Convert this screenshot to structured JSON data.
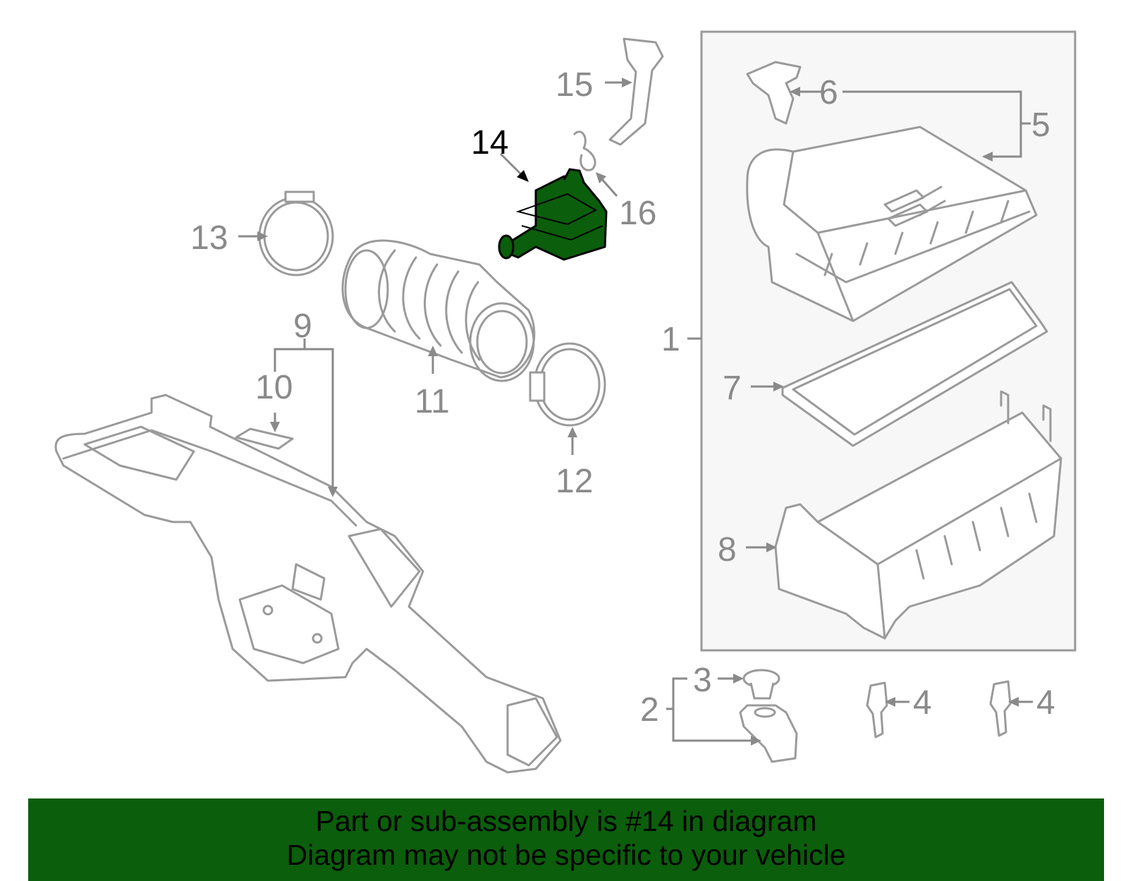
{
  "callouts": {
    "c1": "1",
    "c2": "2",
    "c3": "3",
    "c4a": "4",
    "c4b": "4",
    "c5": "5",
    "c6": "6",
    "c7": "7",
    "c8": "8",
    "c9": "9",
    "c10": "10",
    "c11": "11",
    "c12": "12",
    "c13": "13",
    "c14": "14",
    "c15": "15",
    "c16": "16"
  },
  "highlight": {
    "part_number": "14",
    "color": "#0b5e0b"
  },
  "banner": {
    "line1": "Part or sub-assembly is #14 in diagram",
    "line2": "Diagram may not be specific to your vehicle"
  }
}
